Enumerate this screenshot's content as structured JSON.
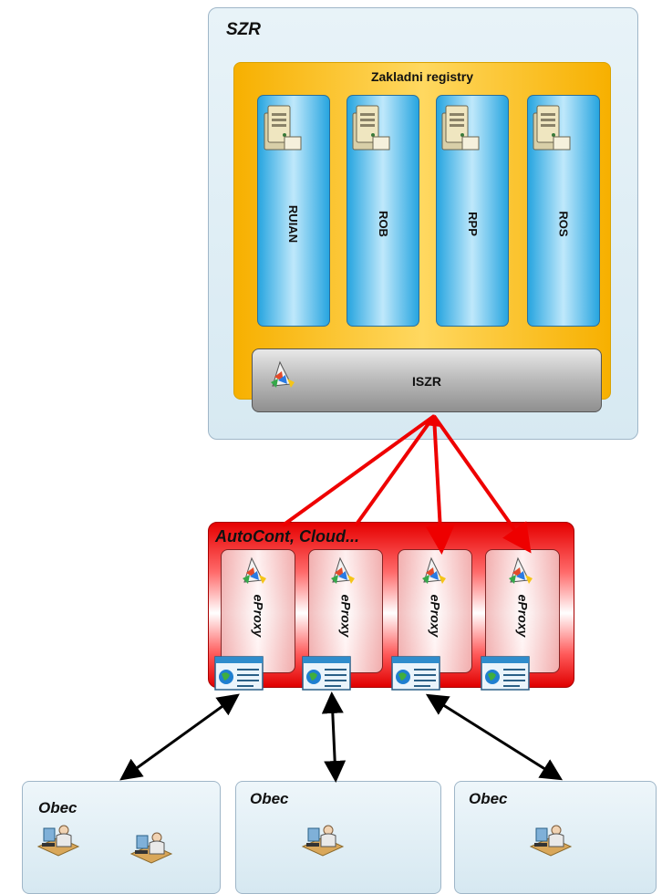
{
  "szr": {
    "title": "SZR"
  },
  "zakladni_registry": {
    "title": "Zakladni registry",
    "registries": [
      "RUIAN",
      "ROB",
      "RPP",
      "ROS"
    ]
  },
  "iszr": {
    "label": "ISZR"
  },
  "cloud": {
    "title": "AutoCont, Cloud...",
    "proxies": [
      "eProxy",
      "eProxy",
      "eProxy",
      "eProxy"
    ]
  },
  "obce": [
    {
      "title": "Obec"
    },
    {
      "title": "Obec"
    },
    {
      "title": "Obec"
    }
  ],
  "colors": {
    "arrow_red": "#ee0000",
    "arrow_black": "#000000",
    "orange": "#f7b000",
    "blue": "#27a5e0"
  }
}
